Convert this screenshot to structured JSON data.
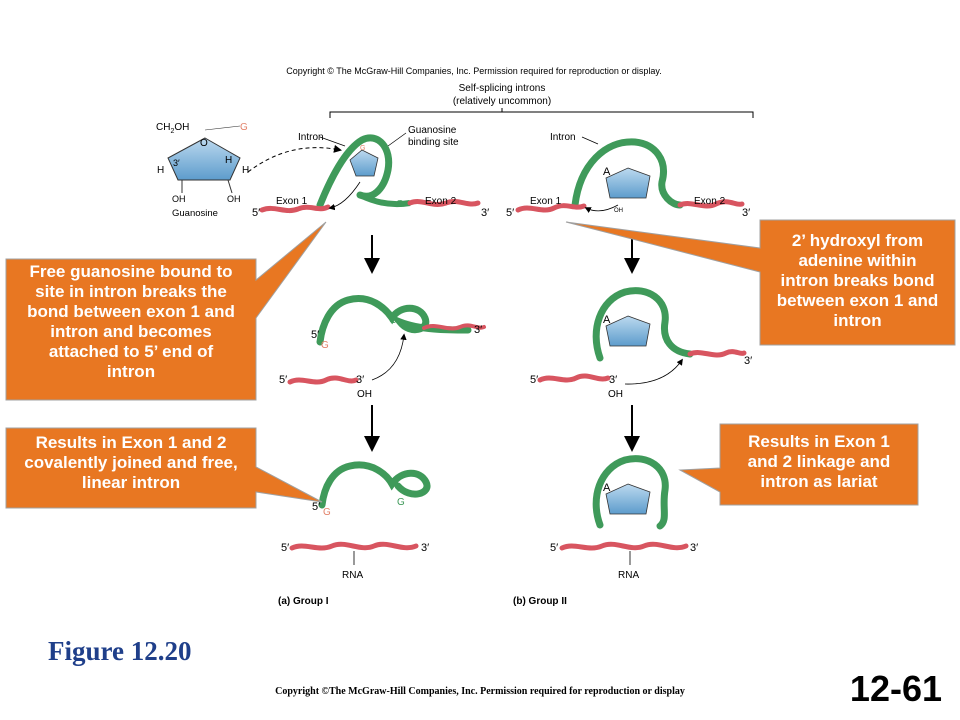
{
  "copyright_top": "Copyright © The McGraw-Hill Companies, Inc. Permission required for reproduction or display.",
  "header": {
    "line1": "Self-splicing introns",
    "line2": "(relatively uncommon)"
  },
  "guanosine": {
    "ch2oh": "CH",
    "ch2oh_sub": "2",
    "ch2oh_tail": "OH",
    "g": "G",
    "o": "O",
    "h": "H",
    "three_prime": "3′",
    "oh": "OH",
    "name": "Guanosine"
  },
  "group1": {
    "intron_label": "Intron",
    "binding_site": [
      "Guanosine",
      "binding site"
    ],
    "exon1": "Exon 1",
    "exon2": "Exon 2",
    "g": "G",
    "oh": "OH",
    "rna": "RNA",
    "caption": "(a)  Group I"
  },
  "group2": {
    "intron_label": "Intron",
    "exon1": "Exon 1",
    "exon2": "Exon 2",
    "a": "A",
    "oh": "OH",
    "rna": "RNA",
    "caption": "(b)  Group II"
  },
  "ends": {
    "five": "5′",
    "three": "3′"
  },
  "callouts": {
    "free_guanosine": [
      "Free guanosine bound to",
      "site in intron breaks the",
      "bond between exon 1 and",
      "intron and becomes",
      "attached to 5’ end of",
      "intron"
    ],
    "results_group1": [
      "Results in Exon 1 and 2",
      "covalently joined and free,",
      "linear intron"
    ],
    "hydroxyl": [
      "2’ hydroxyl from",
      "adenine within",
      "intron breaks bond",
      "between exon 1 and",
      "intron"
    ],
    "results_group2": [
      "Results in Exon 1",
      "and 2 linkage and",
      "intron as lariat"
    ]
  },
  "figure_title": "Figure 12.20",
  "footer_copyright": "Copyright ©The McGraw-Hill Companies, Inc. Permission required for reproduction or display",
  "slide_number": "12-61",
  "colors": {
    "callout": "#e87722",
    "exon": "#d85560",
    "intron": "#3f9a5a",
    "sugar": "#7fb3d9",
    "title": "#1f3f8a"
  }
}
